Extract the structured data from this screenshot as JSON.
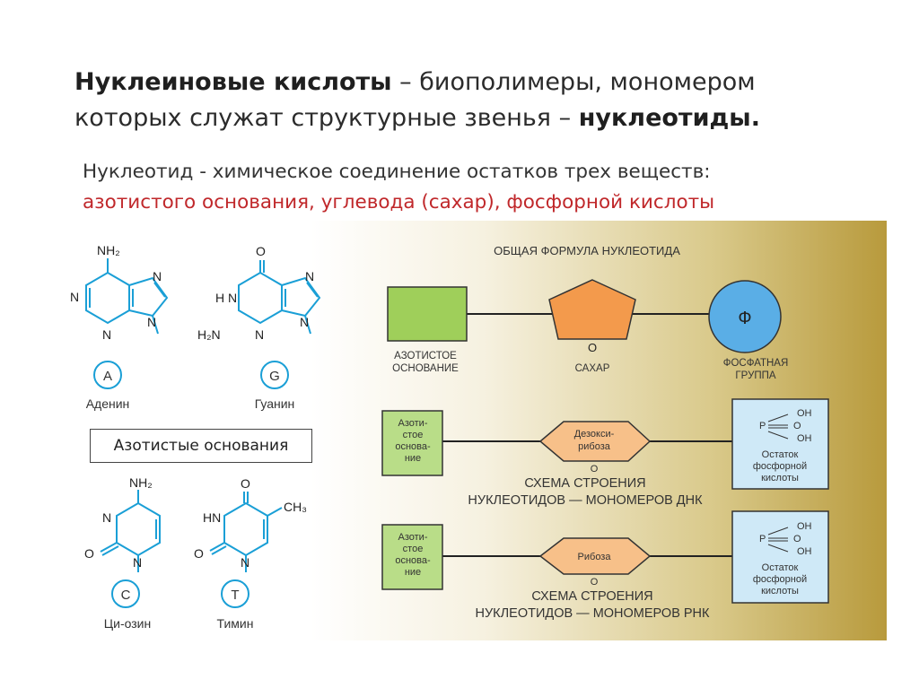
{
  "header": {
    "title_bold": "Нуклеиновые кислоты",
    "title_rest": " – биополимеры, мономером",
    "title_line2": "которых служат структурные звенья – ",
    "title_bold2": "нуклеотиды.",
    "definition": "Нуклеотид - химическое соединение остатков трех веществ:",
    "definition_red": "азотистого основания, углевода (сахар), фосфорной кислоты"
  },
  "bases": {
    "box_label": "Азотистые основания",
    "adenine": {
      "letter": "A",
      "name": "Аденин",
      "group": "NH₂"
    },
    "guanine": {
      "letter": "G",
      "name": "Гуанин",
      "group": "O",
      "group2": "H₂N"
    },
    "cytosine": {
      "letter": "C",
      "name": "Ци-озин",
      "group": "NH₂"
    },
    "thymine": {
      "letter": "T",
      "name": "Тимин",
      "group": "O",
      "group2": "CH₃"
    },
    "atoms": {
      "N": "N",
      "HN": "HN",
      "O": "O",
      "HN2": "H N"
    }
  },
  "general": {
    "title": "ОБЩАЯ ФОРМУЛА НУКЛЕОТИДА",
    "base_label_1": "АЗОТИСТОЕ",
    "base_label_2": "ОСНОВАНИЕ",
    "sugar_letter": "O",
    "sugar_label": "САХАР",
    "phosphate_symbol": "Ф",
    "phosphate_label_1": "ФОСФАТНАЯ",
    "phosphate_label_2": "ГРУППА"
  },
  "dna": {
    "base_lines": [
      "Азоти-",
      "стое",
      "основа-",
      "ние"
    ],
    "sugar_lines": [
      "Дезокси-",
      "рибоза"
    ],
    "sugar_o": "O",
    "phosphate_p": "P",
    "phosphate_groups": [
      "OH",
      "O",
      "OH"
    ],
    "phosphate_lines": [
      "Остаток",
      "фосфорной",
      "кислоты"
    ],
    "caption_1": "СХЕМА СТРОЕНИЯ",
    "caption_2": "НУКЛЕОТИДОВ — МОНОМЕРОВ ДНК"
  },
  "rna": {
    "base_lines": [
      "Азоти-",
      "стое",
      "основа-",
      "ние"
    ],
    "sugar_lines": [
      "Рибоза"
    ],
    "sugar_o": "O",
    "phosphate_p": "P",
    "phosphate_groups": [
      "OH",
      "O",
      "OH"
    ],
    "phosphate_lines": [
      "Остаток",
      "фосфорной",
      "кислоты"
    ],
    "caption_1": "СХЕМА СТРОЕНИЯ",
    "caption_2": "НУКЛЕОТИДОВ — МОНОМЕРОВ РНК"
  },
  "colors": {
    "molecule": "#1a9fd6",
    "base_green": "#9fcf5a",
    "sugar_orange": "#f39a4c",
    "phosphate_blue": "#5aaee6",
    "red_text": "#c0282b"
  }
}
